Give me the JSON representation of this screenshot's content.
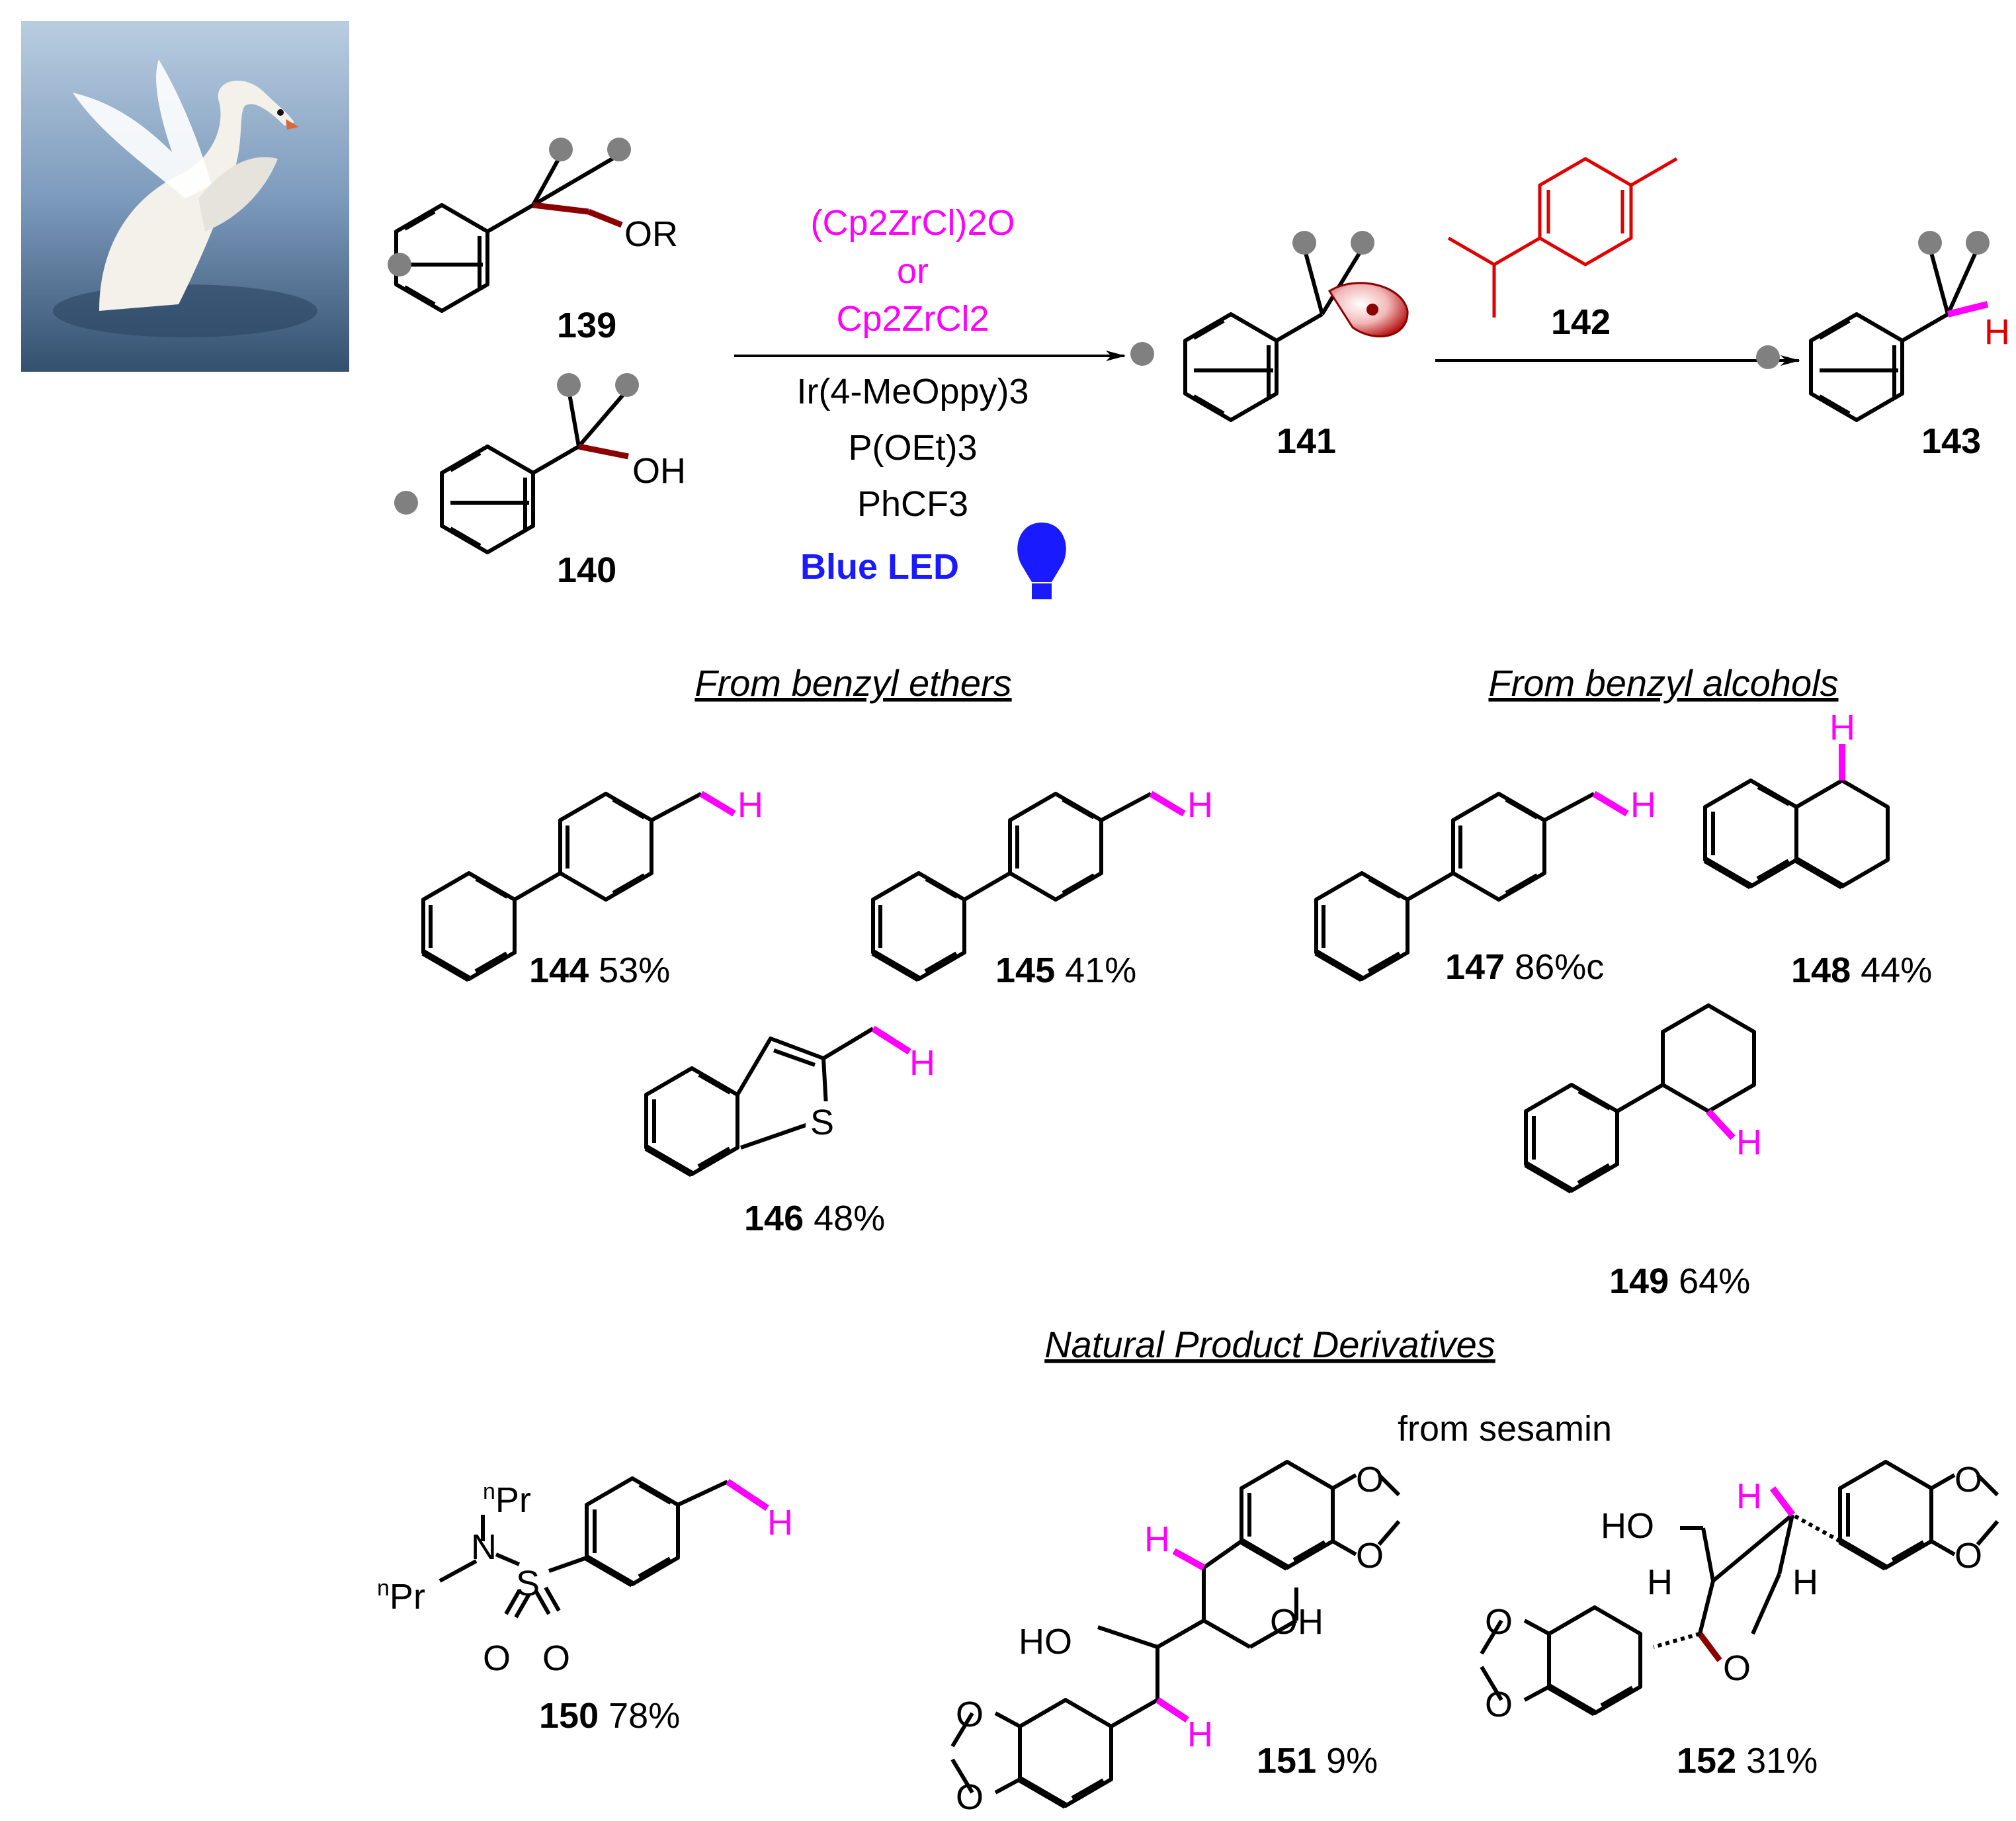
{
  "scheme": {
    "start_labels": {
      "ether": "139",
      "alcohol": "140",
      "ether_group": "OR",
      "alcohol_group": "OH"
    },
    "conditions": {
      "catalyst_a": "(Cp2ZrCl)2O",
      "or": "or",
      "catalyst_b": "Cp2ZrCl2",
      "photocatalyst": "Ir(4-MeOppy)3",
      "additive": "P(OEt)3",
      "solvent": "PhCF3",
      "light": "Blue LED"
    },
    "intermediate": "141",
    "h_donor": "142",
    "product": "143",
    "product_h": "H"
  },
  "headers": {
    "ethers": "From benzyl ethers",
    "alcohols": "From benzyl alcohols",
    "natural": "Natural Product Derivatives",
    "sesamin": "from sesamin"
  },
  "compounds": [
    {
      "id": "144",
      "yield": "53%"
    },
    {
      "id": "145",
      "yield": "41%"
    },
    {
      "id": "146",
      "yield": "48%"
    },
    {
      "id": "147",
      "yield": "86%c"
    },
    {
      "id": "148",
      "yield": "44%"
    },
    {
      "id": "149",
      "yield": "64%"
    },
    {
      "id": "150",
      "yield": "78%"
    },
    {
      "id": "151",
      "yield": "9%"
    },
    {
      "id": "152",
      "yield": "31%"
    }
  ],
  "atoms": {
    "H": "H",
    "S": "S",
    "N": "N",
    "O": "O",
    "HO": "HO",
    "OH": "OH",
    "nPr": "Pr",
    "n": "n"
  },
  "colors": {
    "highlight": "#ff00ff",
    "radical": "#b00000",
    "light": "#1a1aff",
    "donor": "#e00000"
  }
}
